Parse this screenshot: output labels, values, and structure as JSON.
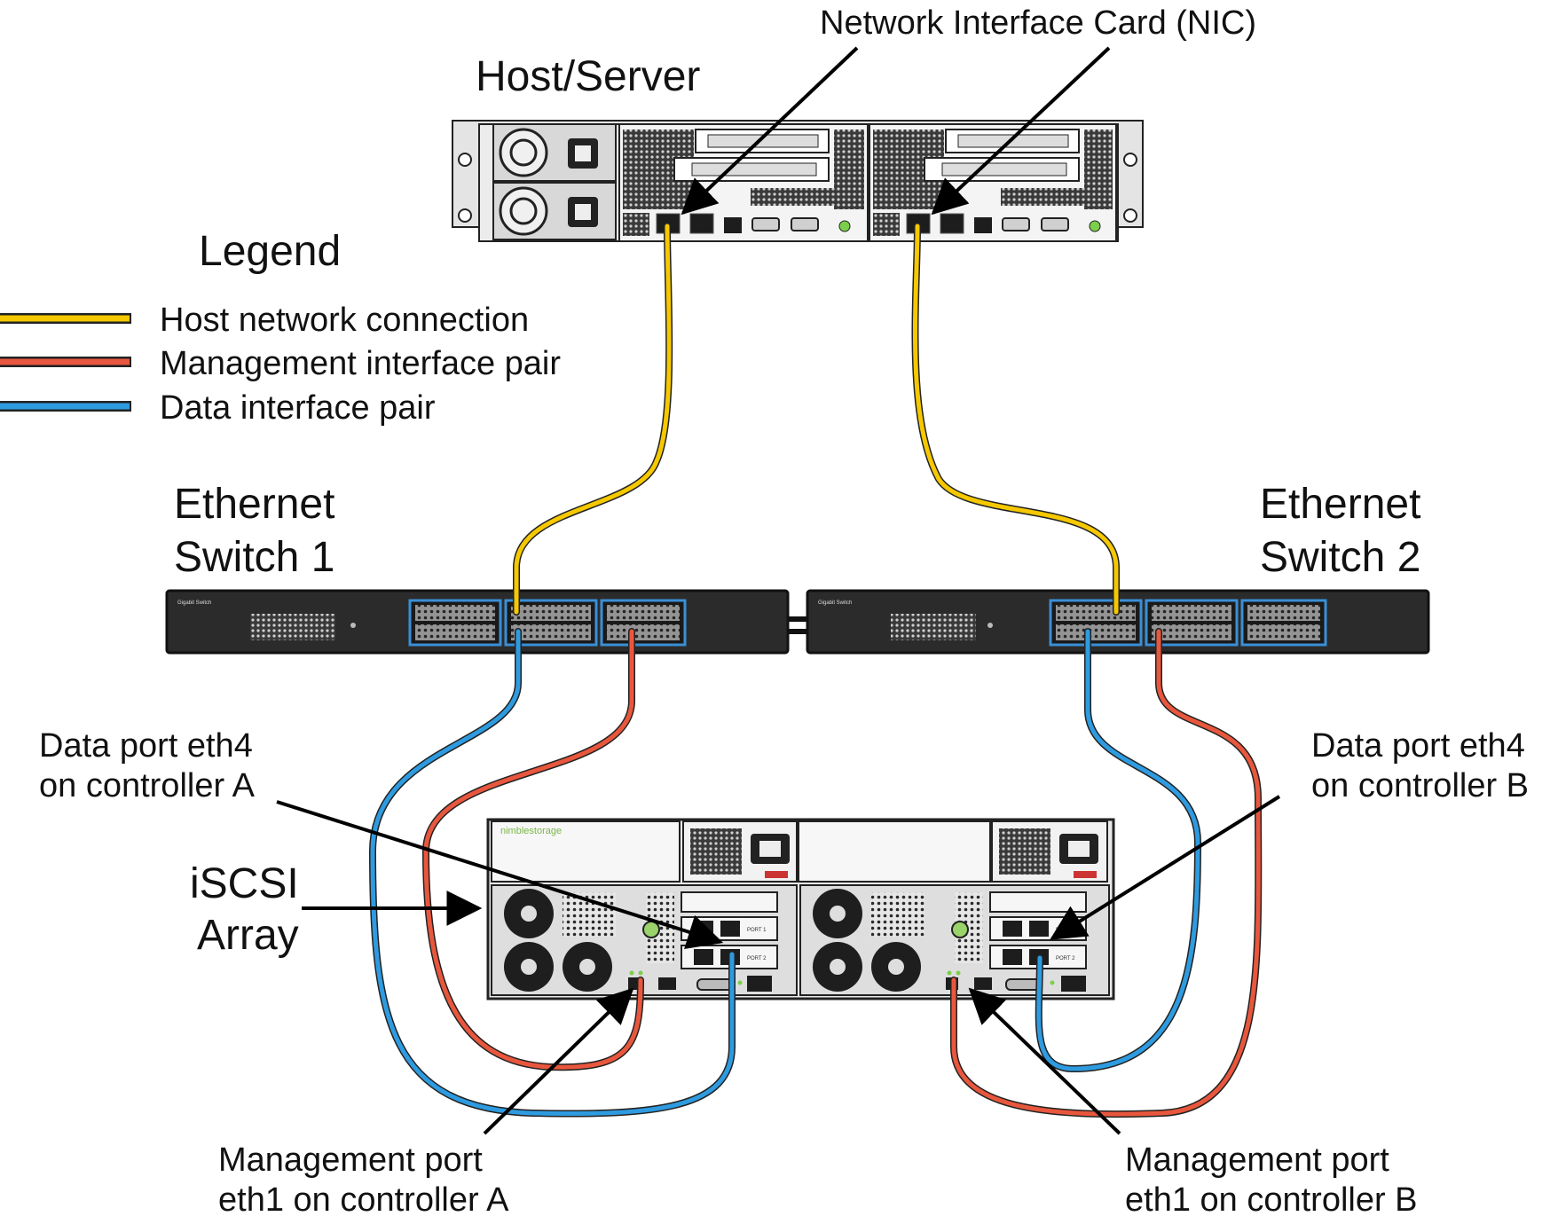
{
  "labels": {
    "nic": "Network Interface Card (NIC)",
    "host": "Host/Server",
    "legend_title": "Legend",
    "switch1": [
      "Ethernet",
      "Switch 1"
    ],
    "switch2": [
      "Ethernet",
      "Switch 2"
    ],
    "data_a": [
      "Data port eth4",
      "on controller A"
    ],
    "data_b": [
      "Data port eth4",
      "on controller B"
    ],
    "array": [
      "iSCSI",
      "Array"
    ],
    "mgmt_a": [
      "Management port",
      "eth1 on controller A"
    ],
    "mgmt_b": [
      "Management port",
      "eth1 on controller B"
    ]
  },
  "legend": [
    {
      "label": "Host network connection",
      "color": "#f5c800"
    },
    {
      "label": "Management interface pair",
      "color": "#e8573d"
    },
    {
      "label": "Data interface pair",
      "color": "#2e9be0"
    }
  ],
  "device_text": {
    "switch_badge": "Gigabit Switch",
    "array_brand": "nimblestorage",
    "port1": "PORT 1",
    "port2": "PORT 2"
  },
  "colors": {
    "host_cable": "#f5c800",
    "mgmt_cable": "#e8573d",
    "data_cable": "#2e9be0",
    "switch_body": "#2b2b2b",
    "port_group_border": "#3a8fd6"
  }
}
